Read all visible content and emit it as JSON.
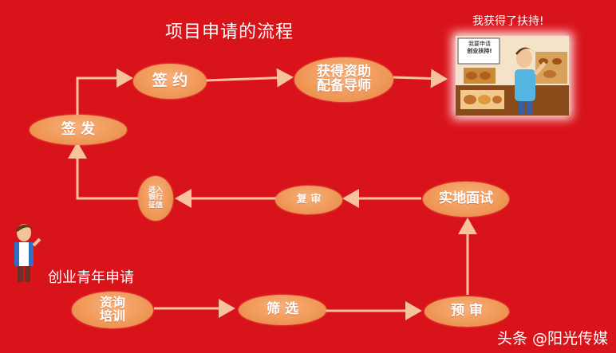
{
  "title": "项目申请的流程",
  "caption_top": "我获得了扶持!",
  "caption_left": "创业青年申请",
  "shop_sign": [
    "我要申请",
    "创业扶持!"
  ],
  "nodes": {
    "qianyue": "签 约",
    "huode": [
      "获得资助",
      "配备导师"
    ],
    "qianfa": "签 发",
    "jinru": [
      "进入",
      "银行",
      "征信"
    ],
    "fushen": "复 审",
    "shidi": "实地面试",
    "zixun": [
      "资询",
      "培训"
    ],
    "shaixuan": "筛 选",
    "yushen": "预 审"
  },
  "watermark": "头条 @阳光传媒",
  "colors": {
    "background": "#d9131a",
    "node": "#f09a5a",
    "arrow": "#f6c39e"
  }
}
